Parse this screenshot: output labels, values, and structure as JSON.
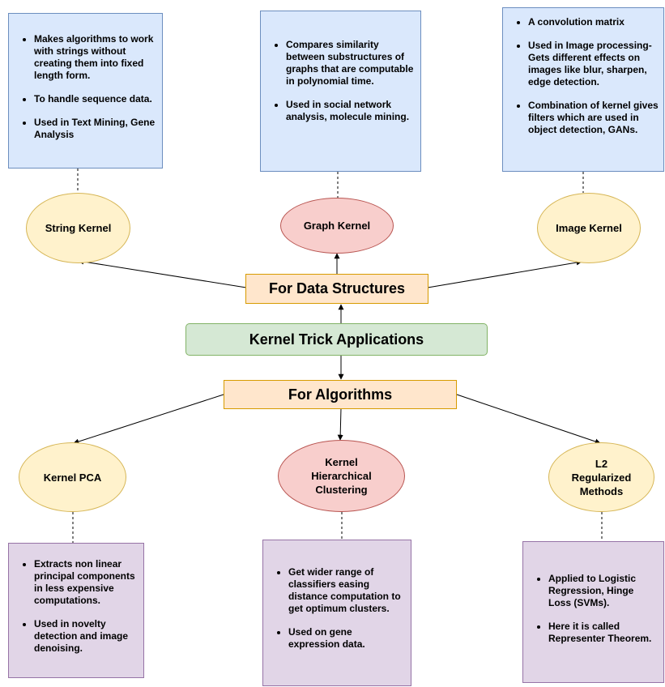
{
  "center": {
    "label": "Kernel Trick Applications"
  },
  "groups": {
    "data_structures": "For Data Structures",
    "algorithms": "For Algorithms"
  },
  "nodes": {
    "string_kernel": {
      "label": "String Kernel",
      "bullets": [
        "Makes algorithms to work with strings without creating them into fixed length form.",
        "To handle sequence data.",
        "Used in Text Mining, Gene Analysis"
      ]
    },
    "graph_kernel": {
      "label": "Graph Kernel",
      "bullets": [
        "Compares similarity between substructures of graphs that are computable in polynomial time.",
        "Used in social network analysis, molecule mining."
      ]
    },
    "image_kernel": {
      "label": "Image Kernel",
      "bullets": [
        "A convolution matrix",
        "Used in Image processing-Gets different effects on images like blur, sharpen, edge detection.",
        "Combination of kernel gives filters which are used in object detection, GANs."
      ]
    },
    "kernel_pca": {
      "label": "Kernel PCA",
      "bullets": [
        "Extracts non linear principal components in less expensive computations.",
        "Used in novelty detection and image denoising."
      ]
    },
    "kernel_hierarchical": {
      "label": "Kernel Hierarchical Clustering",
      "bullets": [
        "Get wider range of classifiers easing distance computation to get optimum clusters.",
        "Used on gene expression data."
      ]
    },
    "l2_regularized": {
      "label": "L2 Regularized Methods",
      "bullets": [
        "Applied to Logistic Regression, Hinge Loss (SVMs).",
        "Here it is called Representer Theorem."
      ]
    }
  }
}
